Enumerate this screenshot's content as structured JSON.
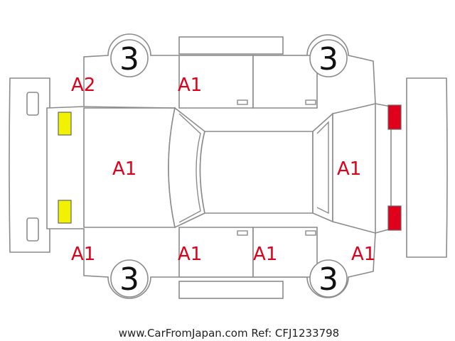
{
  "tags": {
    "front_left_fender": "A2",
    "front_left_door": "A1",
    "hood": "A1",
    "trunk": "A1",
    "front_bumper_right_corner": "A1",
    "front_right_door": "A1",
    "rear_right_door": "A1",
    "rear_right_fender": "A1"
  },
  "wheels": {
    "front_left": "3",
    "rear_left": "3",
    "front_right": "3",
    "rear_right": "3"
  },
  "lights": {
    "headlight_color": "#f2f200",
    "taillight_color": "#e0001b"
  },
  "footer": "www.CarFromJapan.com Ref: CFJ1233798"
}
